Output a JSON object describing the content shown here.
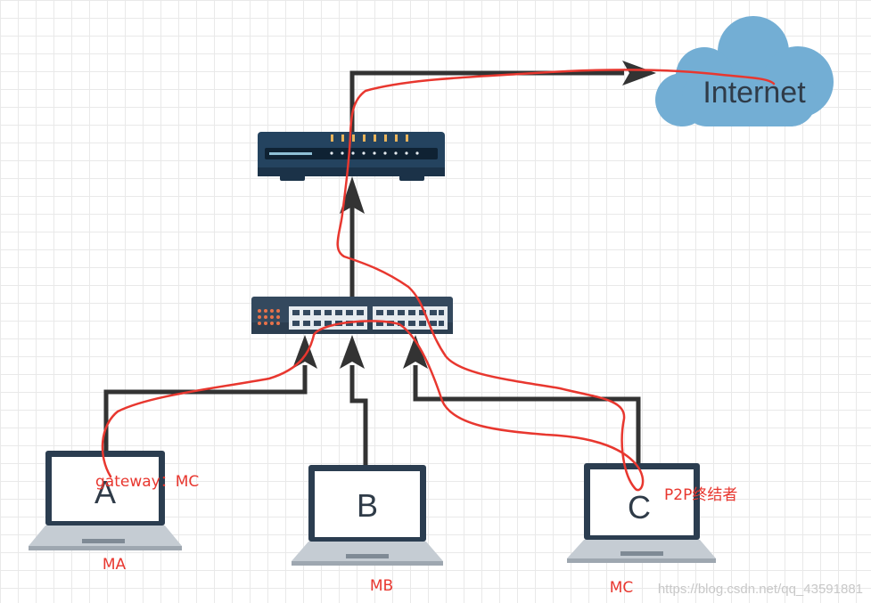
{
  "cloud": {
    "label": "Internet"
  },
  "laptops": [
    {
      "letter": "A",
      "mac": "MA",
      "note": "gateway：MC"
    },
    {
      "letter": "B",
      "mac": "MB",
      "note": ""
    },
    {
      "letter": "C",
      "mac": "MC",
      "note": "P2P终结者"
    }
  ],
  "watermark": "https://blog.csdn.net/qq_43591881",
  "colors": {
    "connector": "#333333",
    "annotation": "#e8372f",
    "cloud": "#73aed4",
    "device": "#24435f"
  }
}
